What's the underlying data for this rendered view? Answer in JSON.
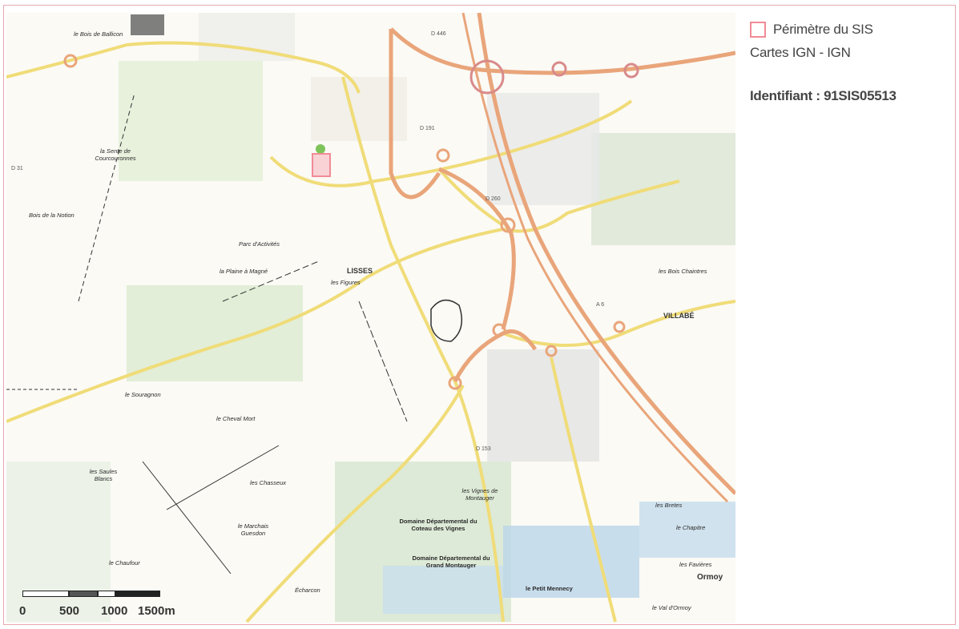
{
  "legend": {
    "perimeter_label": "Périmètre du SIS",
    "source_label": "Cartes IGN - IGN",
    "identifier_label": "Identifiant : 91SIS05513",
    "perimeter_color": "#f18b96"
  },
  "scale": {
    "ticks": [
      "0",
      "500",
      "1000",
      "1500m"
    ]
  },
  "map_labels": {
    "town_lisses": "LISSES",
    "town_villabe": "VILLABÉ",
    "town_ormoy": "Ormoy",
    "bois_ballicon": "le Bois de Ballicon",
    "sente_courcouronnes": "la Sente de Courcouronnes",
    "bois_notion": "Bois de la Notion",
    "figures": "les Figures",
    "plaine_magne": "la Plaine à Magné",
    "souragnon": "le Souragnon",
    "cheval_mort": "le Cheval Mort",
    "saules_blancs": "les Saules Blancs",
    "chasseux": "les Chasseux",
    "marchais_guesdon": "le Marchais Guesdon",
    "chaufour": "le Chaufour",
    "echarcon": "Écharcon",
    "vignes_montauger": "les Vignes de Montauger",
    "domaine_montauger": "Domaine Départemental du Grand Montauger",
    "domaine_marais": "Domaine Départemental du Coteau des Vignes",
    "petit_mennecy": "le Petit Mennecy",
    "bretes": "les Bretes",
    "chapitre": "le Chapitre",
    "favieres": "les Favières",
    "bois_chaintre": "les Bois Chaintres",
    "zone_activite": "Parc d'Activités",
    "val_ormoy": "le Val d'Ormoy",
    "road_d153": "D 153",
    "road_d260": "D 260",
    "road_d31": "D 31",
    "road_a6": "A 6",
    "road_d446": "D 446",
    "road_d191": "D 191"
  }
}
